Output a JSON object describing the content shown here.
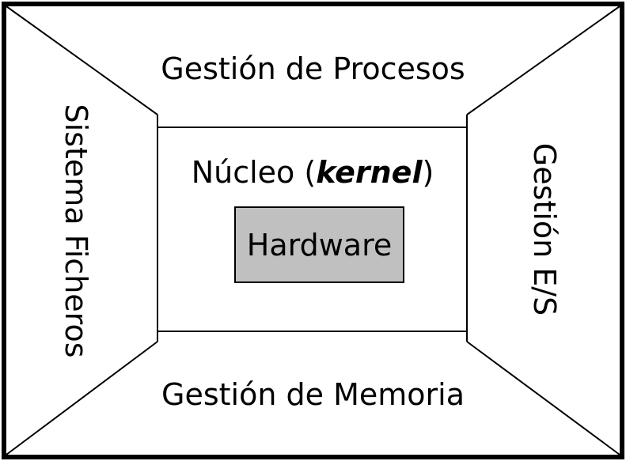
{
  "diagram": {
    "top": "Gestión de Procesos",
    "bottom": "Gestión de Memoria",
    "left": "Sistema Ficheros",
    "right": "Gestión E/S",
    "kernel": {
      "prefix": "Núcleo (",
      "emphasis": "kernel",
      "suffix": ")"
    },
    "core": "Hardware"
  },
  "colors": {
    "line": "#000000",
    "background": "#ffffff",
    "hardware_fill": "#c0c0c0"
  }
}
